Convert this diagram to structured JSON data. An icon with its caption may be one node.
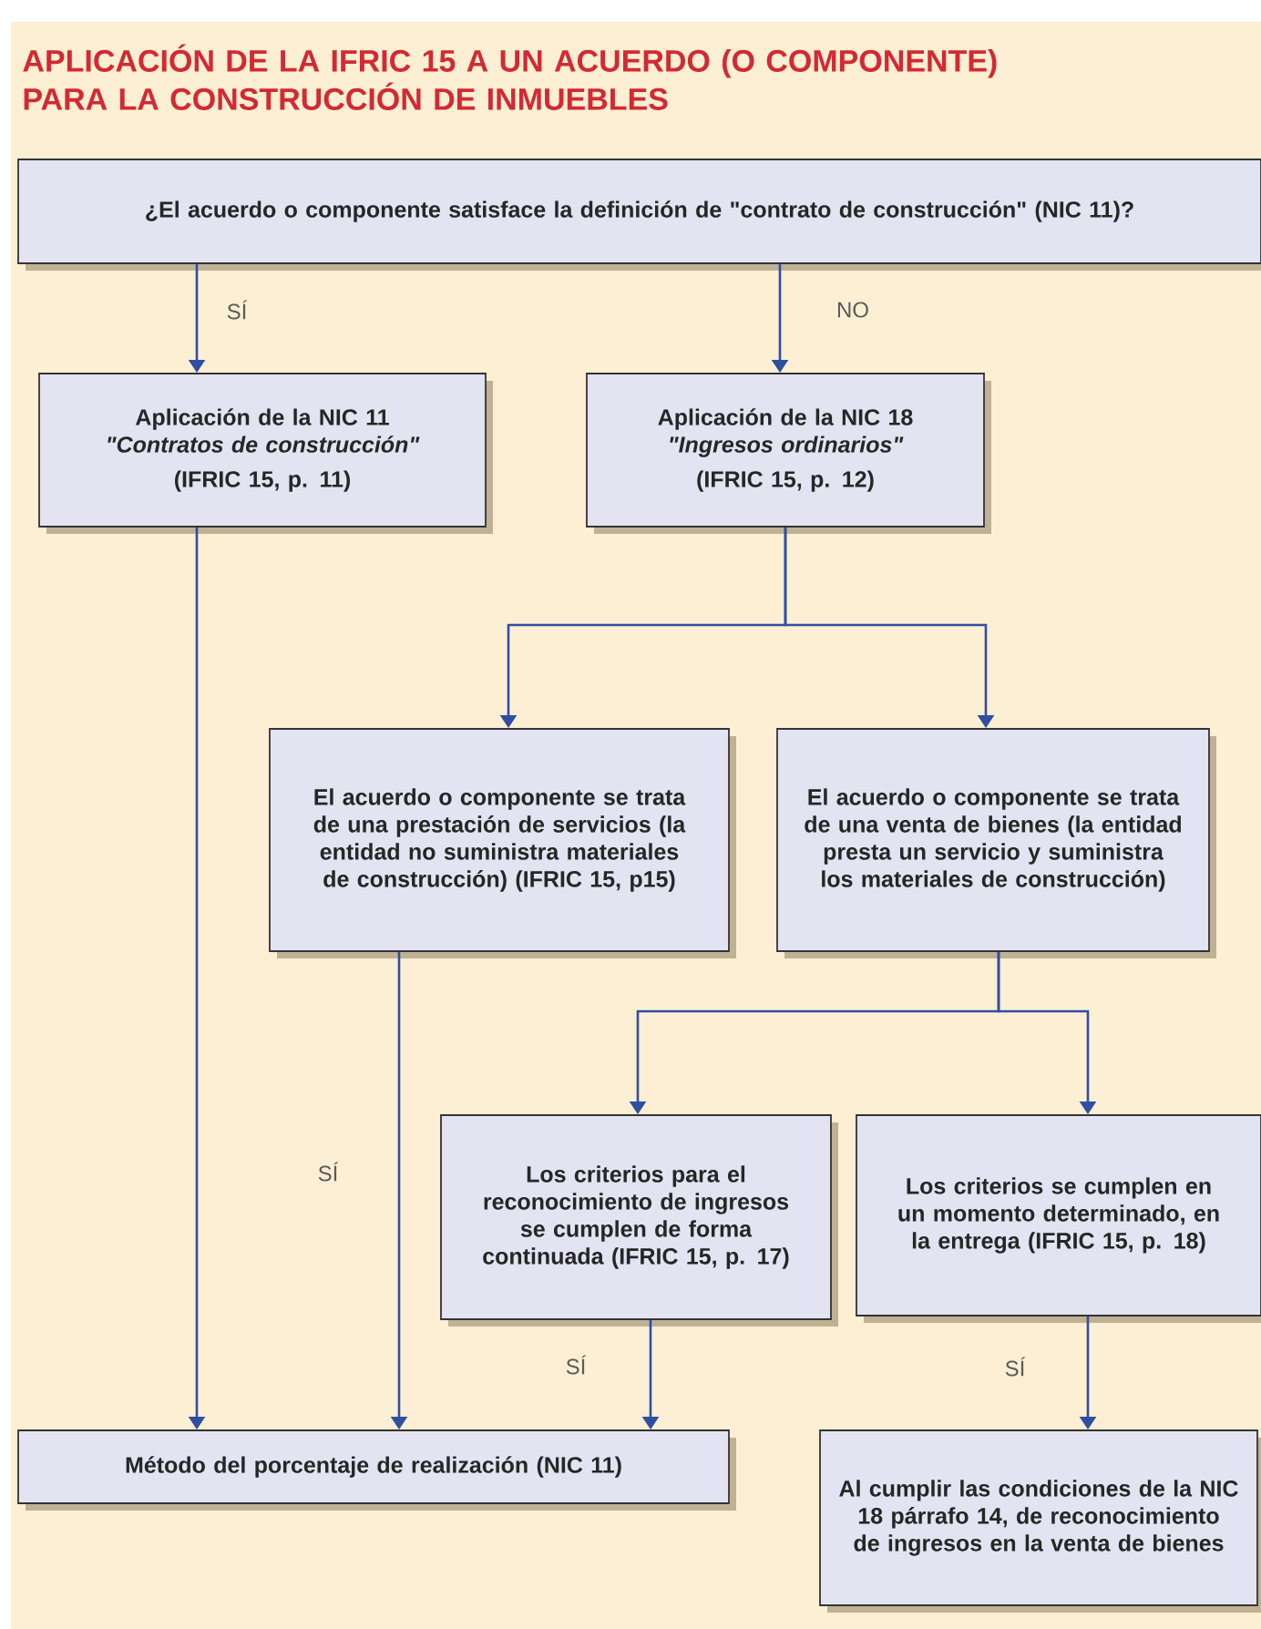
{
  "diagram": {
    "title": "APLICACIÓN DE LA IFRIC 15 A UN ACUERDO (O COMPONENTE) PARA LA CONSTRUCCIÓN DE INMUEBLES",
    "nodes": [
      {
        "text": [
          "¿El acuerdo o componente satisface la definición de \"contrato de construcción\" (NIC 11)?"
        ]
      },
      {
        "text": [
          "Aplicación de la NIC 11",
          "\"Contratos de construcción\"",
          "(IFRIC 15, p. 11)"
        ]
      },
      {
        "text": [
          "Aplicación de la NIC 18",
          "\"Ingresos ordinarios\"",
          "(IFRIC 15, p. 12)"
        ]
      },
      {
        "text": [
          "El acuerdo o componente se trata de una prestación de servicios (la entidad no suministra materiales de construcción) (IFRIC 15, p15)"
        ]
      },
      {
        "text": [
          "El acuerdo o componente se trata de una venta de bienes (la entidad presta un servicio y suministra los materiales de construcción)"
        ]
      },
      {
        "text": [
          "Los criterios para el reconocimiento de ingresos se cumplen de forma continuada (IFRIC 15, p. 17)"
        ]
      },
      {
        "text": [
          "Los criterios se cumplen en un momento determinado, en la entrega (IFRIC 15, p. 18)"
        ]
      },
      {
        "text": [
          "Método del porcentaje de realización (NIC 11)"
        ]
      },
      {
        "text": [
          "Al cumplir las condiciones de la NIC 18 párrafo 14, de reconocimiento de ingresos en la venta de bienes"
        ]
      }
    ],
    "edges": [
      {
        "from": 0,
        "to": 1,
        "arrow": "to",
        "label": "SÍ"
      },
      {
        "from": 0,
        "to": 2,
        "arrow": "to",
        "label": "NO"
      },
      {
        "from": 2,
        "to": 3,
        "arrow": "to"
      },
      {
        "from": 2,
        "to": 4,
        "arrow": "to"
      },
      {
        "from": 4,
        "to": 5,
        "arrow": "to"
      },
      {
        "from": 4,
        "to": 6,
        "arrow": "to"
      },
      {
        "from": 1,
        "to": 7,
        "arrow": "to"
      },
      {
        "from": 3,
        "to": 7,
        "arrow": "to",
        "label": "SÍ"
      },
      {
        "from": 5,
        "to": 7,
        "arrow": "to",
        "label": "SÍ"
      },
      {
        "from": 6,
        "to": 8,
        "arrow": "to",
        "label": "SÍ"
      }
    ]
  }
}
